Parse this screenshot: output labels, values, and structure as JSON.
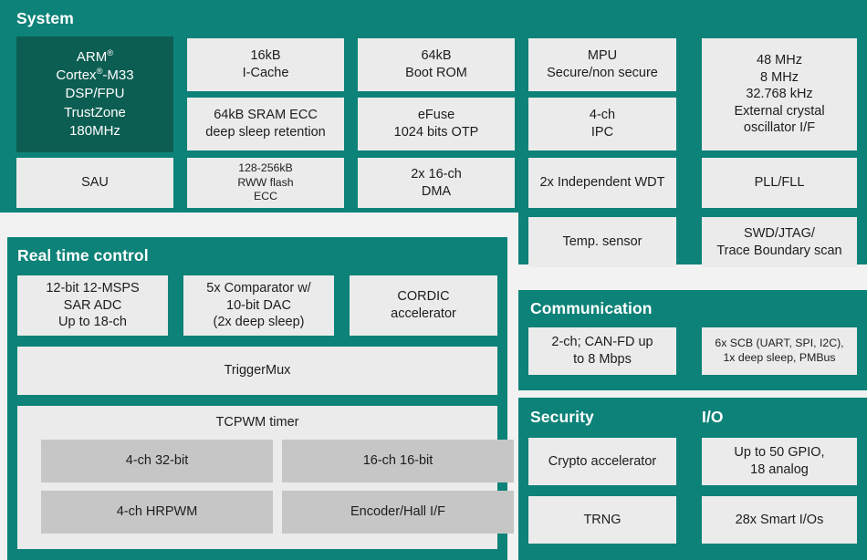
{
  "diagram": {
    "title_colors": {
      "panel_teal": "#0d8278",
      "core_block_teal": "#0d5e52",
      "block_gray": "#ebebeb",
      "subblock_gray": "#c6c6c6",
      "page_gap": "#f2f2f2",
      "text_dark": "#1d1d1b",
      "text_light": "#ffffff"
    },
    "panels": {
      "system": {
        "title": "System",
        "core": {
          "line1": "ARM",
          "line1_sup": "®",
          "line2a": "Cortex",
          "line2_sup": "®",
          "line2b": "-M33",
          "line3": "DSP/FPU",
          "line4": "TrustZone",
          "line5": "180MHz"
        },
        "blocks": {
          "icache": [
            "16kB",
            "I-Cache"
          ],
          "bootrom": [
            "64kB",
            "Boot ROM"
          ],
          "mpu": [
            "MPU",
            "Secure/non secure"
          ],
          "clocks": [
            "48 MHz",
            "8 MHz",
            "32.768 kHz",
            "External crystal",
            "oscillator I/F"
          ],
          "sram": [
            "64kB SRAM ECC",
            "deep sleep retention"
          ],
          "efuse": [
            "eFuse",
            "1024 bits OTP"
          ],
          "ipc": [
            "4-ch",
            "IPC"
          ],
          "sau": [
            "SAU"
          ],
          "flash": [
            "128-256kB",
            "RWW flash",
            "ECC"
          ],
          "dma": [
            "2x 16-ch",
            "DMA"
          ],
          "wdt": [
            "2x Independent WDT"
          ],
          "pll": [
            "PLL/FLL"
          ],
          "temp": [
            "Temp. sensor"
          ],
          "debug": [
            "SWD/JTAG/",
            "Trace Boundary scan"
          ]
        }
      },
      "realtime": {
        "title": "Real time control",
        "blocks": {
          "adc": [
            "12-bit 12-MSPS",
            "SAR ADC",
            "Up to 18-ch"
          ],
          "comparator": [
            "5x Comparator w/",
            "10-bit DAC",
            "(2x deep sleep)"
          ],
          "cordic": [
            "CORDIC",
            "accelerator"
          ],
          "triggermux": [
            "TriggerMux"
          ],
          "tcpwm_label": "TCPWM timer",
          "tcpwm_subs": [
            "4-ch 32-bit",
            "16-ch 16-bit",
            "4-ch HRPWM",
            "Encoder/Hall I/F"
          ]
        }
      },
      "communication": {
        "title": "Communication",
        "blocks": {
          "can": [
            "2-ch; CAN-FD up",
            "to 8 Mbps"
          ],
          "scb": [
            "6x SCB (UART, SPI, I2C),",
            "1x deep sleep, PMBus"
          ]
        }
      },
      "security_io": {
        "security_title": "Security",
        "io_title": "I/O",
        "blocks": {
          "crypto": [
            "Crypto accelerator"
          ],
          "trng": [
            "TRNG"
          ],
          "gpio": [
            "Up to 50 GPIO,",
            "18 analog"
          ],
          "smartio": [
            "28x Smart I/Os"
          ]
        }
      }
    }
  }
}
